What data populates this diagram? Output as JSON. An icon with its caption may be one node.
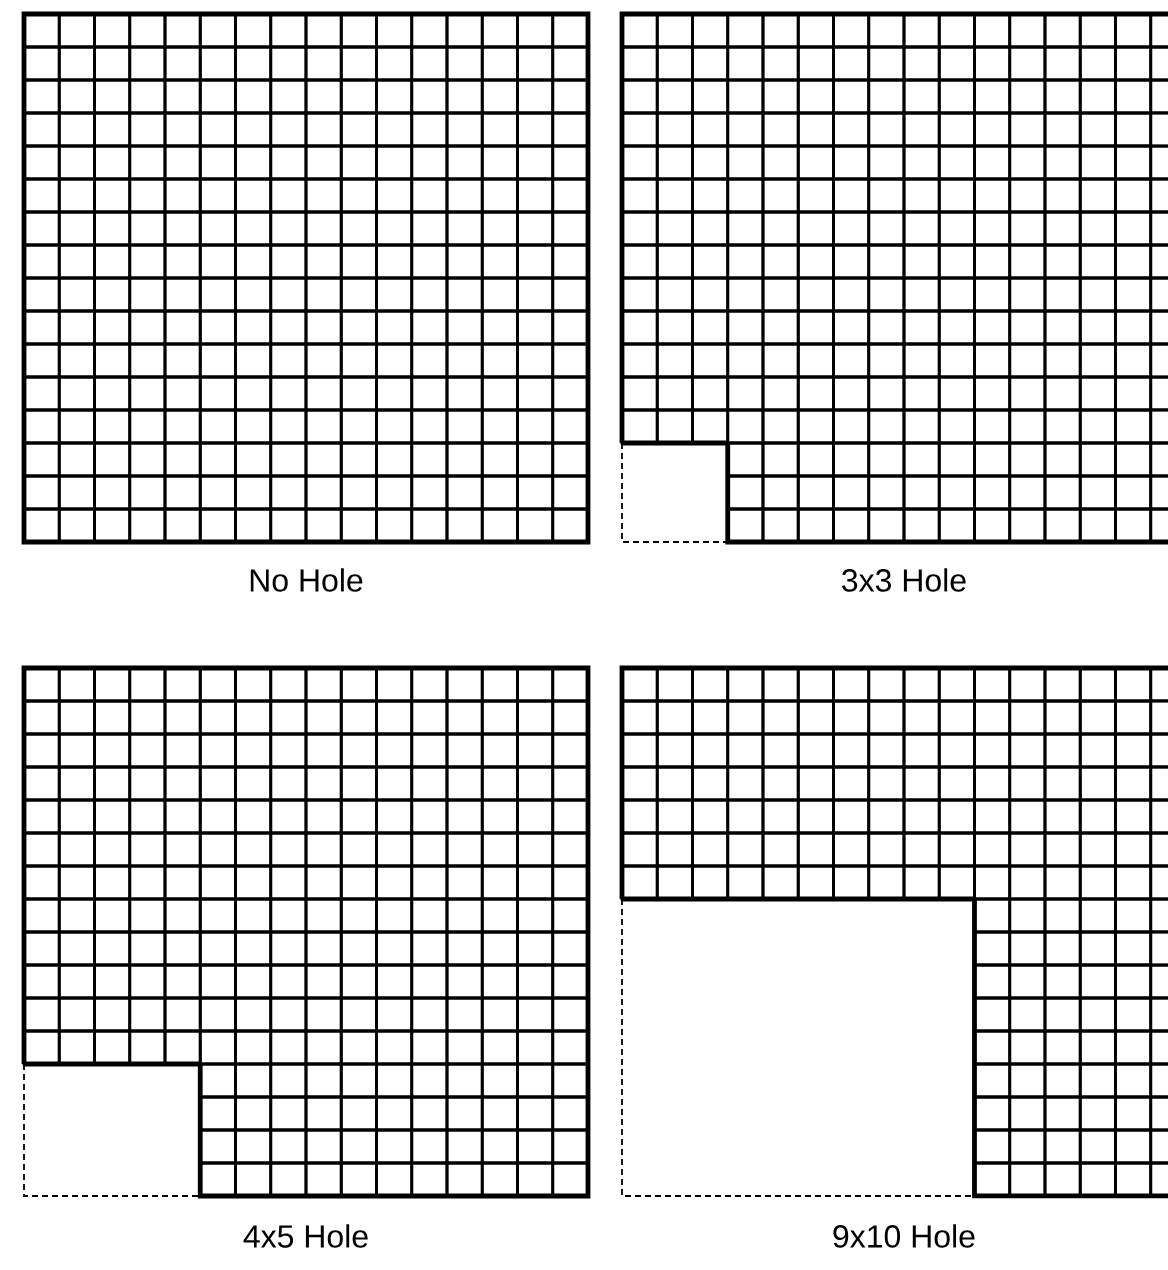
{
  "diagram": {
    "labels": [
      "No Hole",
      "3x3 Hole",
      "4x5 Hole",
      "9x10 Hole"
    ]
  }
}
